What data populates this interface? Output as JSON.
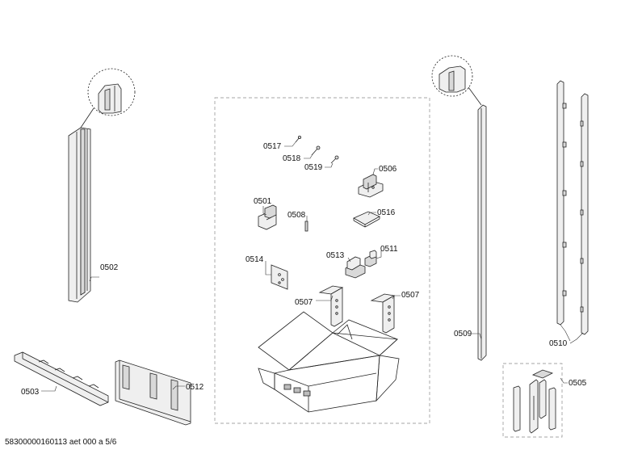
{
  "document_id": "58300000160113 aet 000 a 5/6",
  "callouts": {
    "c0501": "0501",
    "c0502": "0502",
    "c0503": "0503",
    "c0505": "0505",
    "c0506": "0506",
    "c0507a": "0507",
    "c0507b": "0507",
    "c0508": "0508",
    "c0509": "0509",
    "c0510": "0510",
    "c0511": "0511",
    "c0512": "0512",
    "c0513": "0513",
    "c0514": "0514",
    "c0516": "0516",
    "c0517": "0517",
    "c0518": "0518",
    "c0519": "0519"
  }
}
